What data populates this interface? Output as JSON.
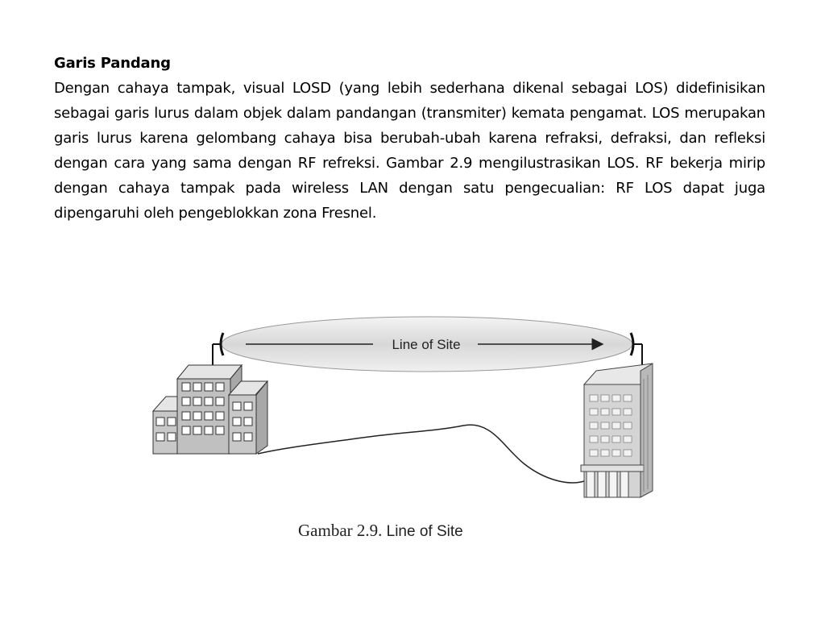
{
  "section": {
    "heading": "Garis Pandang",
    "paragraph": "Dengan cahaya tampak, visual LOSD (yang lebih sederhana dikenal sebagai LOS) didefinisikan sebagai garis lurus dalam objek dalam pandangan (transmiter) kemata pengamat. LOS merupakan garis lurus karena gelombang cahaya bisa berubah-ubah karena refraksi, defraksi, dan refleksi dengan cara yang sama dengan RF refreksi. Gambar 2.9 mengilustrasikan LOS. RF bekerja mirip dengan cahaya tampak pada wireless LAN dengan satu pengecualian: RF LOS dapat juga dipengaruhi oleh pengeblokkan zona Fresnel."
  },
  "figure": {
    "ellipse_label": "Line of Site",
    "caption_number": "Gambar  2.9.",
    "caption_title": "Line of Site"
  }
}
